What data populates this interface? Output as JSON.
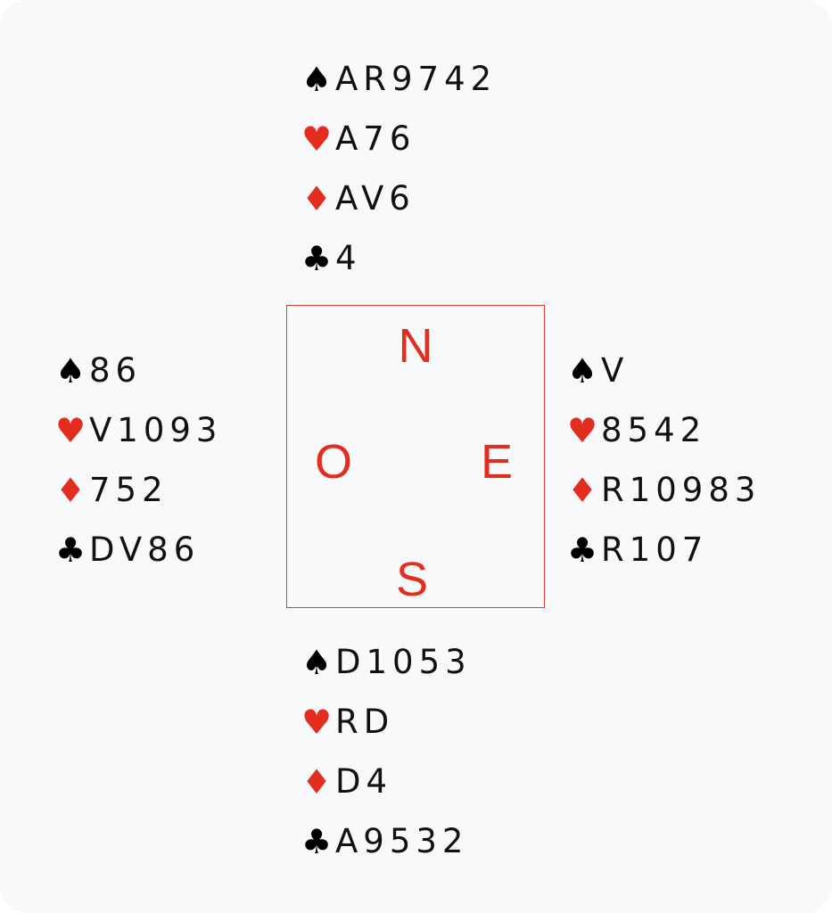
{
  "suit_colors": {
    "spades": "#000000",
    "hearts": "#e32d1f",
    "diamonds": "#e32d1f",
    "clubs": "#000000"
  },
  "suit_symbols": {
    "spades": "♠",
    "hearts": "♥",
    "diamonds": "♦",
    "clubs": "♣"
  },
  "compass": {
    "north": "N",
    "west": "O",
    "east": "E",
    "south": "S"
  },
  "hands": {
    "north": {
      "spades": "AR9742",
      "hearts": "A76",
      "diamonds": "AV6",
      "clubs": "4"
    },
    "west": {
      "spades": "86",
      "hearts": "V1093",
      "diamonds": "752",
      "clubs": "DV86"
    },
    "east": {
      "spades": "V",
      "hearts": "8542",
      "diamonds": "R10983",
      "clubs": "R107"
    },
    "south": {
      "spades": "D1053",
      "hearts": "RD",
      "diamonds": "D4",
      "clubs": "A9532"
    }
  }
}
